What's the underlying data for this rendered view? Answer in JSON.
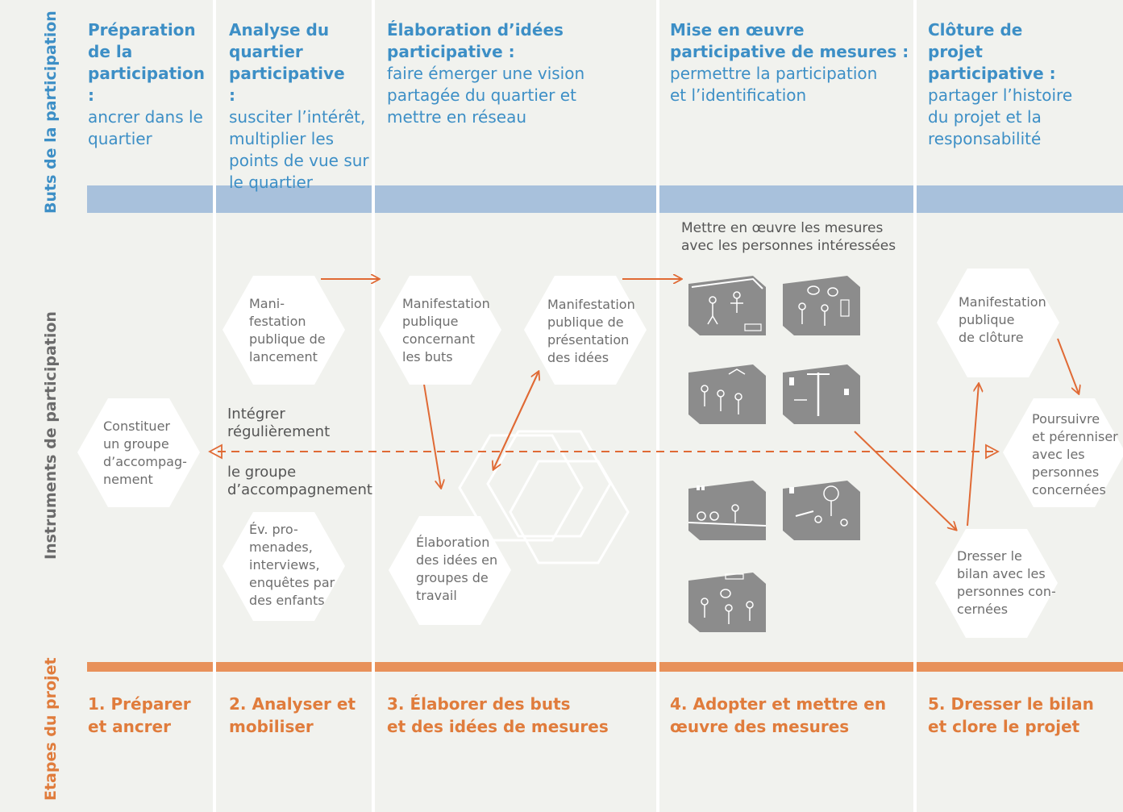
{
  "axes": {
    "goals_label": "Buts de la participation",
    "instruments_label": "Instruments de participation",
    "stages_label": "Etapes du projet"
  },
  "colors": {
    "goal_blue": "#3d8fc6",
    "band_blue": "#a8c1dc",
    "accent_orange": "#e07c3c",
    "arrow": "#e06a35"
  },
  "columns": [
    {
      "goal_title": "Préparation de la participation :",
      "goal_text": "ancrer dans le quartier",
      "stage": "1. Préparer\net ancrer"
    },
    {
      "goal_title": "Analyse du quartier participative :",
      "goal_text": "susciter l’intérêt, multiplier les points de vue sur le quartier",
      "stage": "2. Analyser et\nmobiliser"
    },
    {
      "goal_title": "Élaboration d’idées participative :",
      "goal_text": "faire émerger une vision partagée du quartier et mettre en réseau",
      "stage": "3. Élaborer des buts\net des idées de mesures"
    },
    {
      "goal_title": "Mise en œuvre participative de mesures :",
      "goal_text": "permettre la participation et l’identification",
      "stage": "4. Adopter et mettre en\nœuvre des mesures"
    },
    {
      "goal_title": "Clôture de projet participative :",
      "goal_text": "partager l’histoire du projet et la responsabilité",
      "stage": "5. Dresser le bilan\net clore le projet"
    }
  ],
  "hexagons": {
    "constituer": "Constituer\nun groupe\nd’accompag-\nnement",
    "lancement": "Mani-\nfestation\npublique de\nlancement",
    "promenades": "Év. pro-\nmenades,\ninterviews,\nenquêtes par\ndes enfants",
    "concernant_buts": "Manifestation\npublique\nconcernant\nles buts",
    "presentation_idees": "Manifestation\npublique de\nprésentation\ndes idées",
    "groupes_travail": "Élaboration\ndes idées en\ngroupes de\ntravail",
    "cloture": "Manifestation\npublique\nde clôture",
    "poursuivre": "Poursuivre\net pérenniser\navec les\npersonnes\nconcernées",
    "bilan": "Dresser le\nbilan avec les\npersonnes con-\ncernées"
  },
  "notes": {
    "integrer": "Intégrer\nrégulièrement",
    "groupe": "le groupe\nd’accompagnement",
    "mettre_oeuvre": "Mettre en œuvre les mesures\navec les personnes intéressées"
  }
}
